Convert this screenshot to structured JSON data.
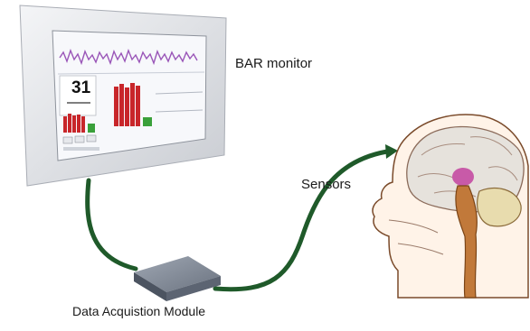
{
  "labels": {
    "monitor": "BAR monitor",
    "sensors": "Sensors",
    "module": "Data Acquistion Module"
  },
  "screen": {
    "index_value": "31"
  },
  "colors": {
    "cable": "#1f5a2a",
    "bar_red": "#c8262a",
    "bar_green": "#3aa03a",
    "eeg_trace": "#9a56b8",
    "monitor_bezel": "#dfe2e7"
  }
}
